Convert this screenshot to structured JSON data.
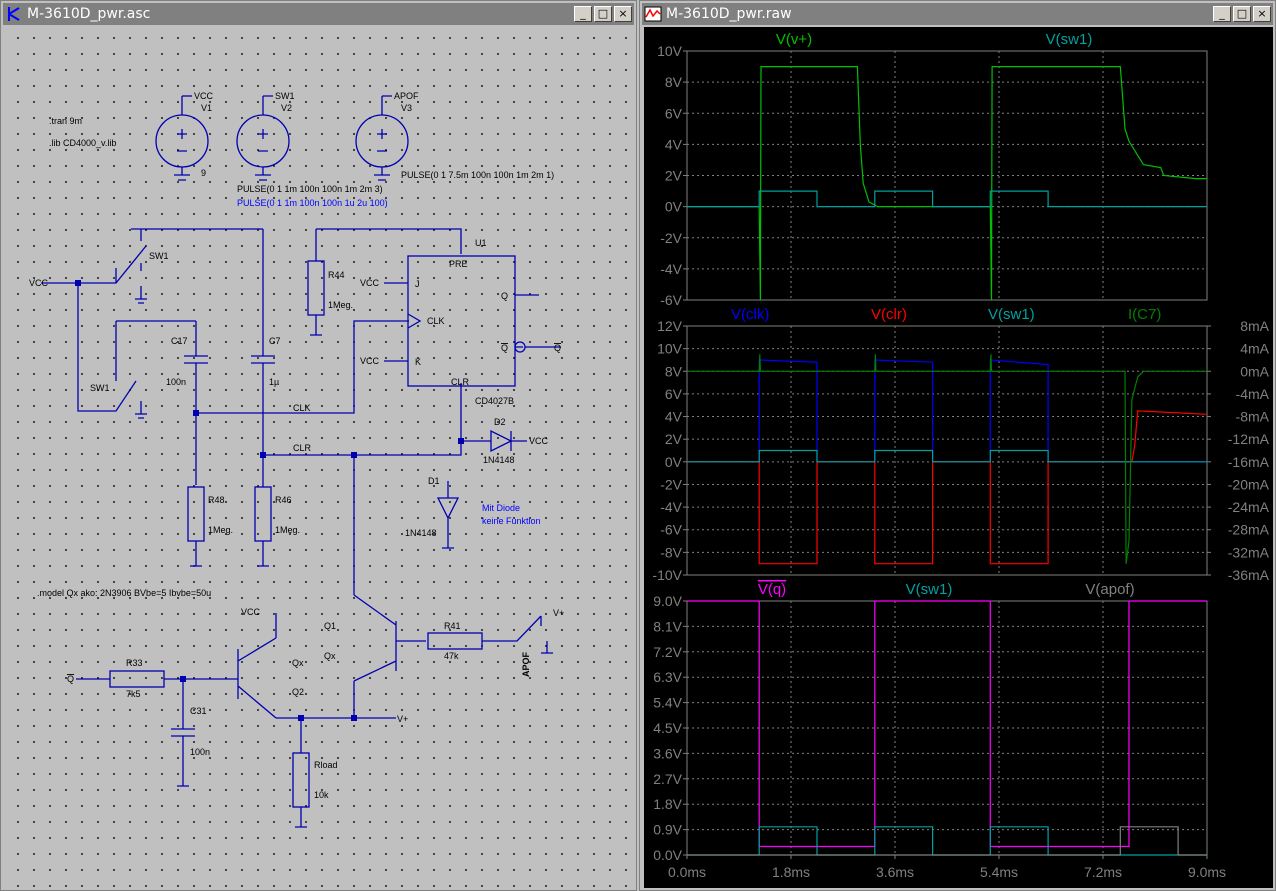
{
  "schematic_window": {
    "title": "M-3610D_pwr.asc",
    "buttons": {
      "minimize": "_",
      "maximize": "□",
      "close": "×"
    },
    "directives": {
      "tran": ".tran 9m",
      "lib": ".lib CD4000_v.lib",
      "model": ".model Qx ako: 2N3906 BVbe=5 Ibvbe=50u"
    },
    "sources": {
      "v1": {
        "name": "V1",
        "net": "VCC",
        "value": "9"
      },
      "v2": {
        "name": "V2",
        "net": "SW1",
        "value": "PULSE(0 1 1m 100n 100n 1m 2m 3)",
        "alt_value": "PULSE(0 1 1m 100n 100n 1u 2u 100)"
      },
      "v3": {
        "name": "V3",
        "net": "APOF",
        "value": "PULSE(0 1 7.5m 100n 100n 1m 2m 1)"
      }
    },
    "components": {
      "r44": {
        "name": "R44",
        "value": "1Meg."
      },
      "r48": {
        "name": "R48",
        "value": "1Meg."
      },
      "r46": {
        "name": "R46",
        "value": "1Meg."
      },
      "r33": {
        "name": "R33",
        "value": "7k5"
      },
      "r41": {
        "name": "R41",
        "value": "47k"
      },
      "rload": {
        "name": "Rload",
        "value": "10k"
      },
      "c17": {
        "name": "C17",
        "value": "100n"
      },
      "c7": {
        "name": "C7",
        "value": "1µ"
      },
      "c31": {
        "name": "C31",
        "value": "100n"
      },
      "d1": {
        "name": "D1",
        "value": "1N4148"
      },
      "d2": {
        "name": "D2",
        "value": "1N4148"
      },
      "q1": {
        "name": "Q1",
        "value": "Qx"
      },
      "q2": {
        "name": "Q2",
        "value": "Qx"
      },
      "u1": {
        "name": "U1",
        "part": "CD4027B",
        "pins": {
          "pre": "PRE",
          "j": "J",
          "clk": "CLK",
          "k": "K",
          "clr": "CLR",
          "q": "Q",
          "qbar": "Q"
        }
      },
      "sw1_top": {
        "name": "SW1"
      },
      "sw1_bot": {
        "name": "SW1"
      }
    },
    "nets": {
      "vcc": "VCC",
      "clk": "CLK",
      "clr": "CLR",
      "vplus": "V+",
      "qbar": "Q",
      "apof": "APOF"
    },
    "comment": {
      "line1": "Mit Diode",
      "line2": "keine Funktion"
    }
  },
  "waveform_window": {
    "title": "M-3610D_pwr.raw",
    "buttons": {
      "minimize": "_",
      "maximize": "□",
      "close": "×"
    },
    "colors": {
      "background": "#000000",
      "grid": "#808080",
      "green": "#00c000",
      "cyan": "#00a0a0",
      "blue": "#0000ff",
      "red": "#ff0000",
      "dkgreen": "#008000",
      "magenta": "#ff00ff",
      "gray": "#808080"
    },
    "chart_data": [
      {
        "type": "line",
        "title": "",
        "ylim": [
          -6,
          10
        ],
        "yticks": [
          "10V",
          "8V",
          "6V",
          "4V",
          "2V",
          "0V",
          "-2V",
          "-4V",
          "-6V"
        ],
        "xlim": [
          0,
          9
        ],
        "series": [
          {
            "name": "V(v+)",
            "color": "#00c000",
            "x": [
              0,
              1.25,
              1.27,
              1.28,
              2.95,
              3.0,
              3.05,
              3.15,
              3.3,
              5.25,
              5.27,
              5.28,
              7.5,
              7.58,
              7.65,
              7.9,
              8.2,
              8.25,
              8.8,
              9.0
            ],
            "y": [
              0,
              0,
              -6,
              9,
              9,
              4,
              1.5,
              0.3,
              0,
              0,
              -6,
              9,
              9,
              5,
              4.2,
              2.7,
              2.5,
              2,
              1.8,
              1.8
            ]
          },
          {
            "name": "V(sw1)",
            "color": "#00a0a0",
            "x": [
              0,
              1.25,
              1.25,
              2.25,
              2.25,
              3.25,
              3.25,
              4.25,
              4.25,
              5.25,
              5.25,
              6.25,
              6.25,
              9.0
            ],
            "y": [
              0,
              0,
              1,
              1,
              0,
              0,
              1,
              1,
              0,
              0,
              1,
              1,
              0,
              0
            ]
          }
        ]
      },
      {
        "type": "line",
        "title": "",
        "ylim": [
          -10,
          12
        ],
        "yticks": [
          "12V",
          "10V",
          "8V",
          "6V",
          "4V",
          "2V",
          "0V",
          "-2V",
          "-4V",
          "-6V",
          "-8V",
          "-10V"
        ],
        "y2lim": [
          -36,
          8
        ],
        "y2ticks": [
          "8mA",
          "4mA",
          "0mA",
          "-4mA",
          "-8mA",
          "-12mA",
          "-16mA",
          "-20mA",
          "-24mA",
          "-28mA",
          "-32mA",
          "-36mA"
        ],
        "xlim": [
          0,
          9
        ],
        "series": [
          {
            "name": "V(clk)",
            "color": "#0000ff",
            "x": [
              0,
              1.25,
              1.25,
              2.25,
              2.25,
              3.25,
              3.25,
              4.25,
              4.25,
              5.25,
              5.25,
              6.25,
              6.25,
              9.0
            ],
            "y": [
              0,
              0,
              9,
              8.8,
              0,
              0,
              9,
              8.8,
              0,
              0,
              9,
              8.6,
              0,
              0
            ]
          },
          {
            "name": "V(clr)",
            "color": "#ff0000",
            "x": [
              0,
              1.25,
              1.25,
              2.25,
              2.25,
              3.25,
              3.25,
              4.25,
              4.25,
              5.25,
              5.25,
              6.25,
              6.25,
              7.7,
              7.75,
              7.8,
              9.0
            ],
            "y": [
              0,
              0,
              -9,
              -9,
              0,
              0,
              -9,
              -9,
              0,
              0,
              -9,
              -9,
              0,
              0,
              1.5,
              4.5,
              4.2
            ]
          },
          {
            "name": "V(sw1)",
            "color": "#00a0a0",
            "x": [
              0,
              1.25,
              1.25,
              2.25,
              2.25,
              3.25,
              3.25,
              4.25,
              4.25,
              5.25,
              5.25,
              6.25,
              6.25,
              9.0
            ],
            "y": [
              0,
              0,
              1,
              1,
              0,
              0,
              1,
              1,
              0,
              0,
              1,
              1,
              0,
              0
            ]
          },
          {
            "name": "I(C7)",
            "color": "#008000",
            "axis": "right",
            "x": [
              0,
              1.25,
              1.26,
              1.27,
              2.25,
              3.25,
              3.26,
              3.27,
              4.25,
              5.25,
              5.26,
              5.27,
              6.25,
              7.58,
              7.6,
              7.65,
              7.7,
              7.8,
              7.9,
              9.0
            ],
            "y": [
              0,
              0,
              3,
              0,
              0,
              0,
              3,
              0,
              0,
              0,
              3,
              0,
              0,
              0,
              -34,
              -30,
              -5,
              -1,
              0,
              0
            ]
          }
        ]
      },
      {
        "type": "line",
        "title": "",
        "ylim": [
          0,
          9
        ],
        "yticks": [
          "9.0V",
          "8.1V",
          "7.2V",
          "6.3V",
          "5.4V",
          "4.5V",
          "3.6V",
          "2.7V",
          "1.8V",
          "0.9V",
          "0.0V"
        ],
        "xticks": [
          "0.0ms",
          "1.8ms",
          "3.6ms",
          "5.4ms",
          "7.2ms",
          "9.0ms"
        ],
        "xlim": [
          0,
          9
        ],
        "series": [
          {
            "name": "V(q)",
            "color": "#ff00ff",
            "x": [
              0,
              1.25,
              1.25,
              3.25,
              3.25,
              5.25,
              5.25,
              7.65,
              7.65,
              9.0
            ],
            "y": [
              9,
              9,
              0.3,
              0.3,
              9,
              9,
              0.3,
              0.3,
              9,
              9
            ]
          },
          {
            "name": "V(sw1)",
            "color": "#00a0a0",
            "x": [
              0,
              1.25,
              1.25,
              2.25,
              2.25,
              3.25,
              3.25,
              4.25,
              4.25,
              5.25,
              5.25,
              6.25,
              6.25,
              9.0
            ],
            "y": [
              0,
              0,
              1,
              1,
              0,
              0,
              1,
              1,
              0,
              0,
              1,
              1,
              0,
              0
            ]
          },
          {
            "name": "V(apof)",
            "color": "#808080",
            "x": [
              0,
              7.5,
              7.5,
              8.5,
              8.5,
              9.0
            ],
            "y": [
              0,
              0,
              1,
              1,
              0,
              0
            ]
          }
        ]
      }
    ]
  }
}
